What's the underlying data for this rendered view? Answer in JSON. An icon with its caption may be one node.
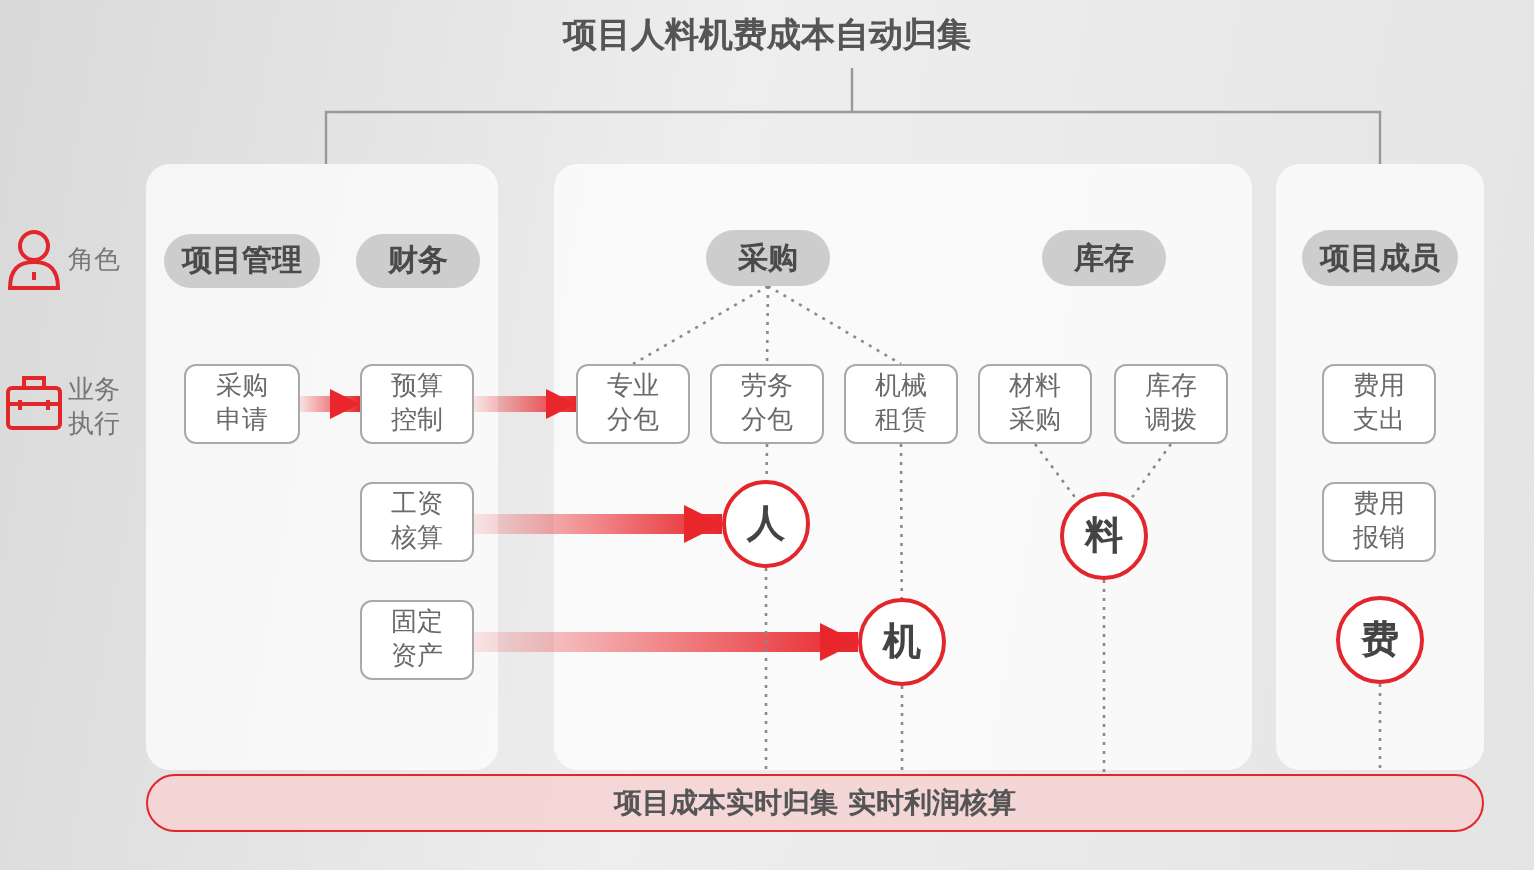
{
  "diagram": {
    "title": "项目人料机费成本自动归集",
    "nodes": [
      {
        "text": [],
        "shape": "box"
      },
      {
        "text": [],
        "shape": "box"
      },
      {
        "text": [],
        "shape": "box"
      },
      {
        "text": [
          "项目管理"
        ],
        "in": 0
      },
      {
        "text": [
          "财务"
        ],
        "in": 0
      },
      {
        "text": [
          "采购"
        ],
        "in": 1
      },
      {
        "text": [
          "库存"
        ],
        "in": 1
      },
      {
        "text": [
          "项目成员"
        ],
        "in": 2
      },
      {
        "text": [
          "采购申请"
        ],
        "in": 0
      },
      {
        "text": [
          "预算控制"
        ],
        "in": 0
      },
      {
        "text": [
          "工资核算"
        ],
        "in": 0
      },
      {
        "text": [
          "固定资产"
        ],
        "in": 0
      },
      {
        "text": [
          "专业分包"
        ],
        "in": 1
      },
      {
        "text": [
          "劳务分包"
        ],
        "in": 1
      },
      {
        "text": [
          "机械租赁"
        ],
        "in": 1
      },
      {
        "text": [
          "材料采购"
        ],
        "in": 1
      },
      {
        "text": [
          "库存调拨"
        ],
        "in": 1
      },
      {
        "text": [
          "费用支出"
        ],
        "in": 2
      },
      {
        "text": [
          "费用报销"
        ],
        "in": 2
      },
      {
        "text": [
          "人"
        ],
        "in": 1
      },
      {
        "text": [
          "机"
        ],
        "in": 1
      },
      {
        "text": [
          "料"
        ],
        "in": 1
      },
      {
        "text": [
          "费"
        ],
        "in": 2
      },
      {
        "text": [
          "项目成本实时归集 实时利润核算"
        ]
      }
    ],
    "edges": [
      {
        "from": 8,
        "to": 9,
        "arrow": "to",
        "style": "thick",
        "color": "#e8262b"
      },
      {
        "from": 9,
        "to": 12,
        "arrow": "to",
        "style": "thick",
        "color": "#e8262b"
      },
      {
        "from": 10,
        "to": 19,
        "arrow": "to",
        "style": "thick",
        "color": "#e8262b"
      },
      {
        "from": 11,
        "to": 20,
        "arrow": "to",
        "style": "thick",
        "color": "#e8262b"
      },
      {
        "from": 5,
        "to": 12,
        "arrow": "none",
        "style": "dashed"
      },
      {
        "from": 5,
        "to": 13,
        "arrow": "none",
        "style": "dashed"
      },
      {
        "from": 5,
        "to": 14,
        "arrow": "none",
        "style": "dashed"
      },
      {
        "from": 13,
        "to": 19,
        "arrow": "none",
        "style": "dashed"
      },
      {
        "from": 19,
        "to": 23,
        "arrow": "none",
        "style": "dashed"
      },
      {
        "from": 14,
        "to": 20,
        "arrow": "none",
        "style": "dashed"
      },
      {
        "from": 20,
        "to": 23,
        "arrow": "none",
        "style": "dashed"
      },
      {
        "from": 15,
        "to": 21,
        "arrow": "none",
        "style": "dashed"
      },
      {
        "from": 16,
        "to": 21,
        "arrow": "none",
        "style": "dashed"
      },
      {
        "from": 21,
        "to": 23,
        "arrow": "none",
        "style": "dashed"
      },
      {
        "from": 22,
        "to": 23,
        "arrow": "none",
        "style": "dashed"
      }
    ],
    "labels": [
      "角色",
      "业务执行"
    ]
  }
}
